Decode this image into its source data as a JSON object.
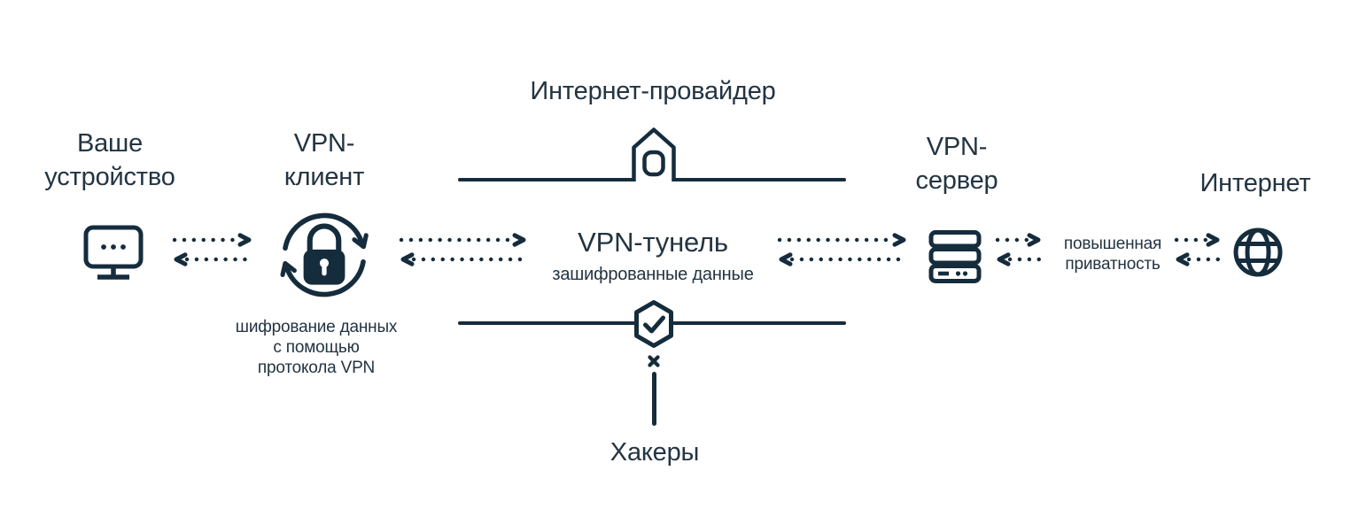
{
  "colors": {
    "ink": "#152c3d",
    "text": "#233442",
    "background": "#ffffff"
  },
  "title": "Интернет-провайдер",
  "nodes": {
    "device": {
      "line1": "Ваше",
      "line2": "устройство"
    },
    "vpn_client": {
      "line1": "VPN-",
      "line2": "клиент"
    },
    "vpn_server": {
      "line1": "VPN-",
      "line2": "сервер"
    },
    "internet": {
      "label": "Интернет"
    },
    "hackers": {
      "label": "Хакеры"
    }
  },
  "tunnel": {
    "label": "VPN-тунель",
    "caption": "зашифрованные данные"
  },
  "captions": {
    "encryption": {
      "line1": "шифрование данных",
      "line2": "с помощью",
      "line3": "протокола VPN"
    },
    "privacy": {
      "line1": "повышенная",
      "line2": "приватность"
    }
  },
  "icons": [
    "monitor-icon",
    "lock-sync-icon",
    "house-icon",
    "shield-check-icon",
    "server-icon",
    "globe-icon",
    "cross-icon",
    "dotted-arrow-icons"
  ]
}
